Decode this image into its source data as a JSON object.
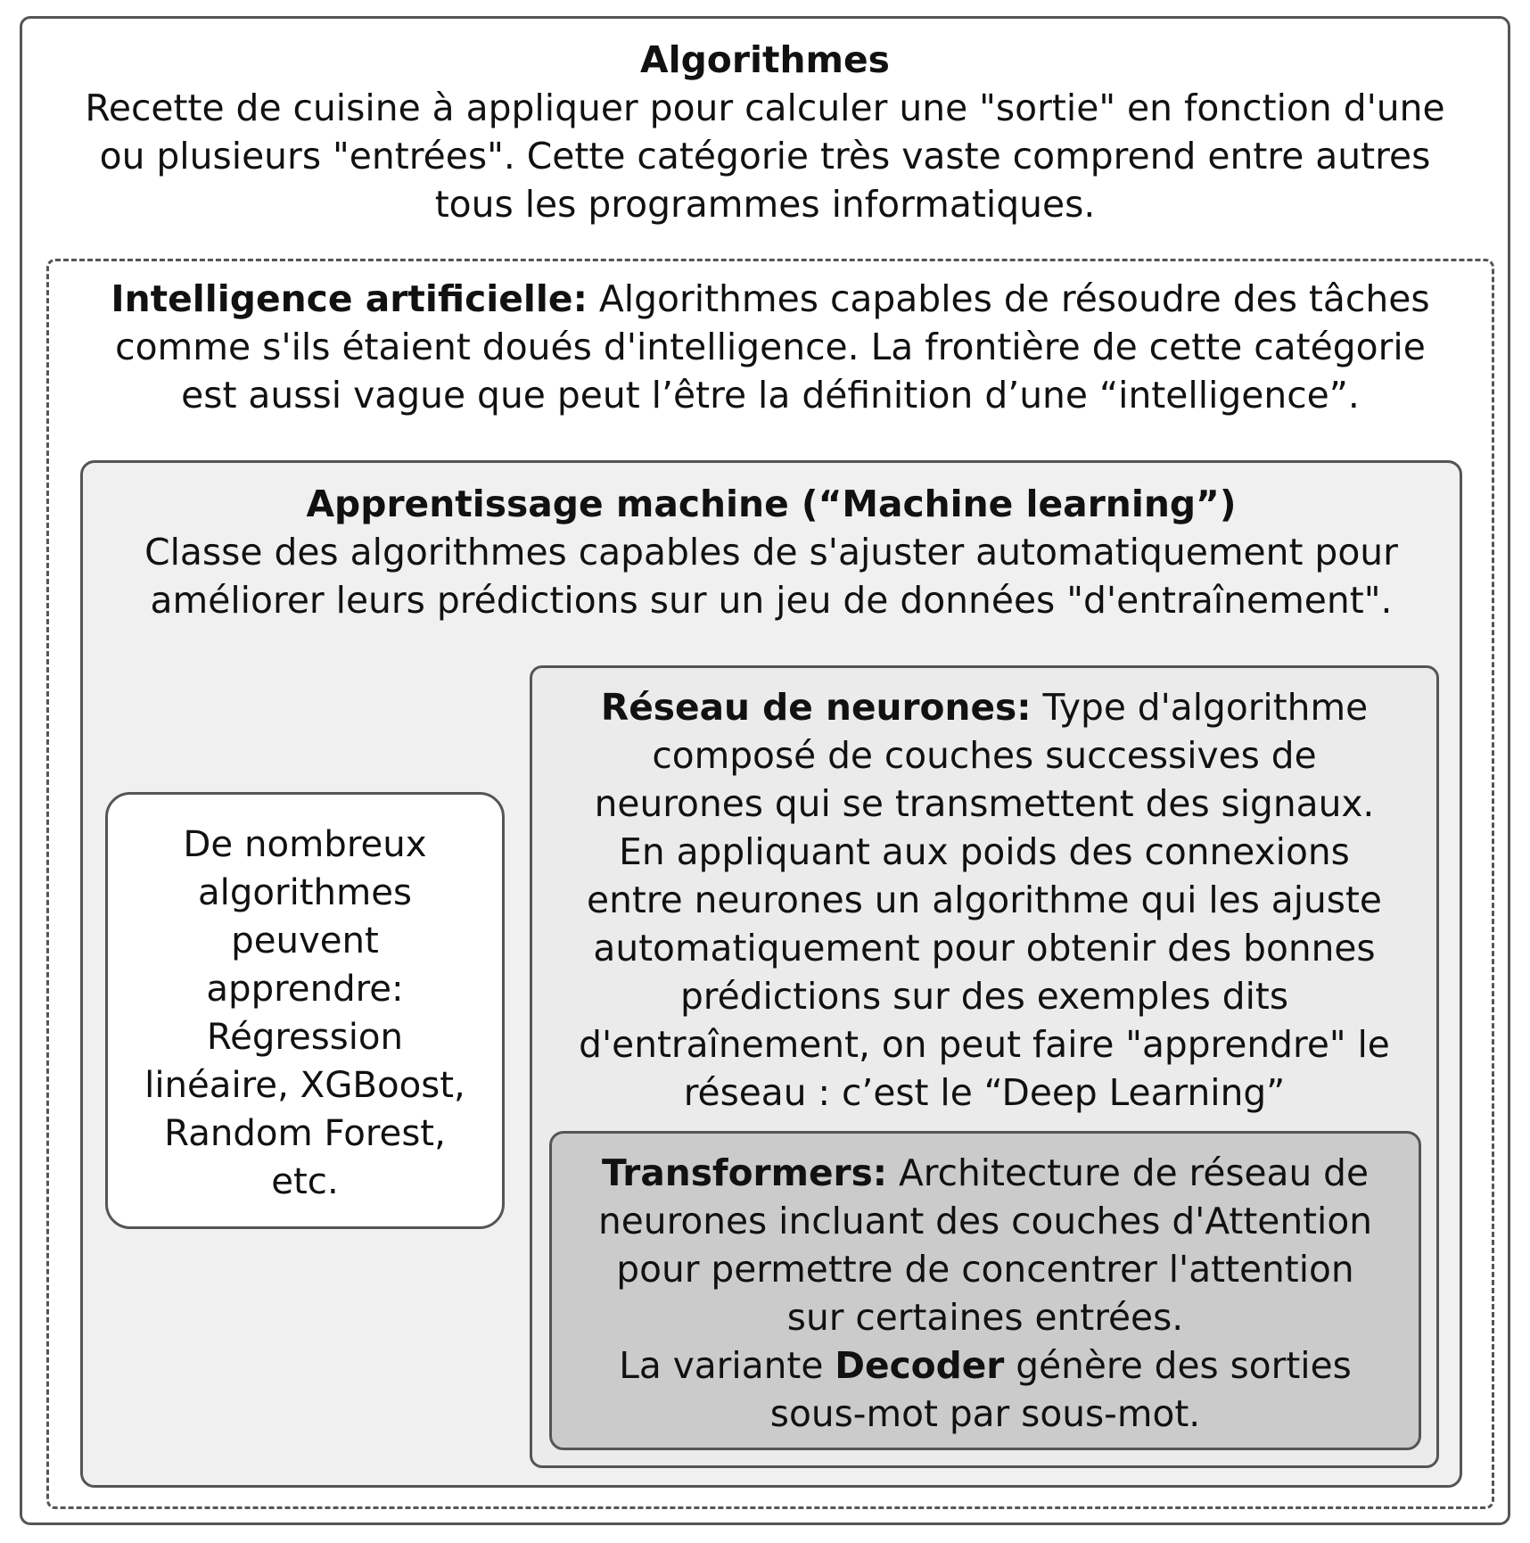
{
  "algorithmes": {
    "title": "Algorithmes",
    "lines": [
      "Recette de cuisine à appliquer pour calculer une \"sortie\" en fonction d'une",
      "ou plusieurs \"entrées\". Cette catégorie très vaste comprend entre autres",
      "tous les programmes informatiques."
    ]
  },
  "ia": {
    "title": "Intelligence artificielle:",
    "line1_rest": " Algorithmes capables de résoudre des tâches",
    "line2": "comme s'ils étaient doués d'intelligence. La frontière de cette catégorie",
    "line3": "est aussi vague que peut l’être la définition d’une “intelligence”."
  },
  "ml": {
    "title": "Apprentissage machine (“Machine learning”)",
    "lines": [
      "Classe des algorithmes capables de s'ajuster automatiquement pour",
      "améliorer leurs prédictions sur un jeu de données \"d'entraînement\"."
    ]
  },
  "autres": {
    "lines": [
      "De nombreux",
      "algorithmes",
      "peuvent",
      "apprendre:",
      "Régression",
      "linéaire, XGBoost,",
      "Random Forest,",
      "etc."
    ]
  },
  "reseau": {
    "title": "Réseau de neurones:",
    "line1_rest": " Type d'algorithme",
    "lines": [
      "composé de couches successives de",
      "neurones qui se transmettent des signaux.",
      "En appliquant aux poids des connexions",
      "entre neurones un algorithme qui les ajuste",
      "automatiquement pour obtenir des bonnes",
      "prédictions sur des exemples dits",
      "d'entraînement, on peut faire \"apprendre\" le",
      "réseau : c’est le “Deep Learning”"
    ]
  },
  "transformers": {
    "title": "Transformers:",
    "line1_rest": " Architecture de réseau de",
    "lines": [
      "neurones incluant des couches d'Attention",
      "pour permettre de concentrer l'attention",
      "sur certaines entrées."
    ],
    "variant_prefix": "La variante ",
    "variant_bold": "Decoder",
    "variant_suffix": " génère des sorties",
    "last_line": "sous-mot par sous-mot."
  }
}
